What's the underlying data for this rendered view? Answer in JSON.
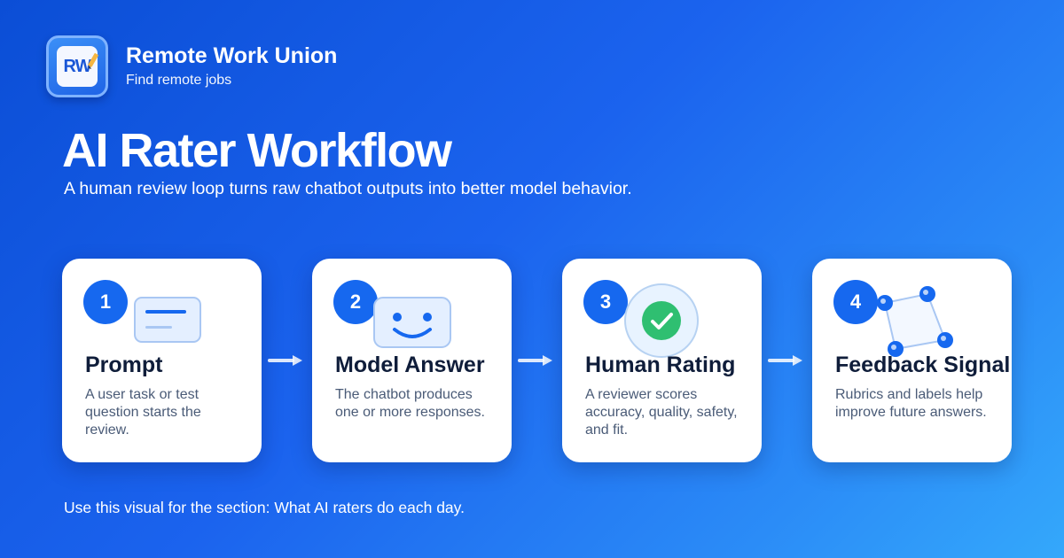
{
  "brand": {
    "logo_text": "RW",
    "name": "Remote Work Union",
    "tagline": "Find remote jobs"
  },
  "title": "AI Rater Workflow",
  "subtitle": "A human review loop turns raw chatbot outputs into better model behavior.",
  "steps": [
    {
      "number": "1",
      "title": "Prompt",
      "description": "A user task or test question starts the review.",
      "icon": "message-card-icon"
    },
    {
      "number": "2",
      "title": "Model Answer",
      "description": "The chatbot produces one or more responses.",
      "icon": "smiley-bot-icon"
    },
    {
      "number": "3",
      "title": "Human Rating",
      "description": "A reviewer scores accuracy, quality, safety, and fit.",
      "icon": "checkmark-icon"
    },
    {
      "number": "4",
      "title": "Feedback Signal",
      "description": "Rubrics and labels help improve future answers.",
      "icon": "node-graph-icon"
    }
  ],
  "footer": "Use this visual for the section: What AI raters do each day.",
  "colors": {
    "accent": "#1668ef",
    "check": "#2fbf71",
    "card_text": "#0f1d3a",
    "card_desc": "#4a5b77"
  }
}
